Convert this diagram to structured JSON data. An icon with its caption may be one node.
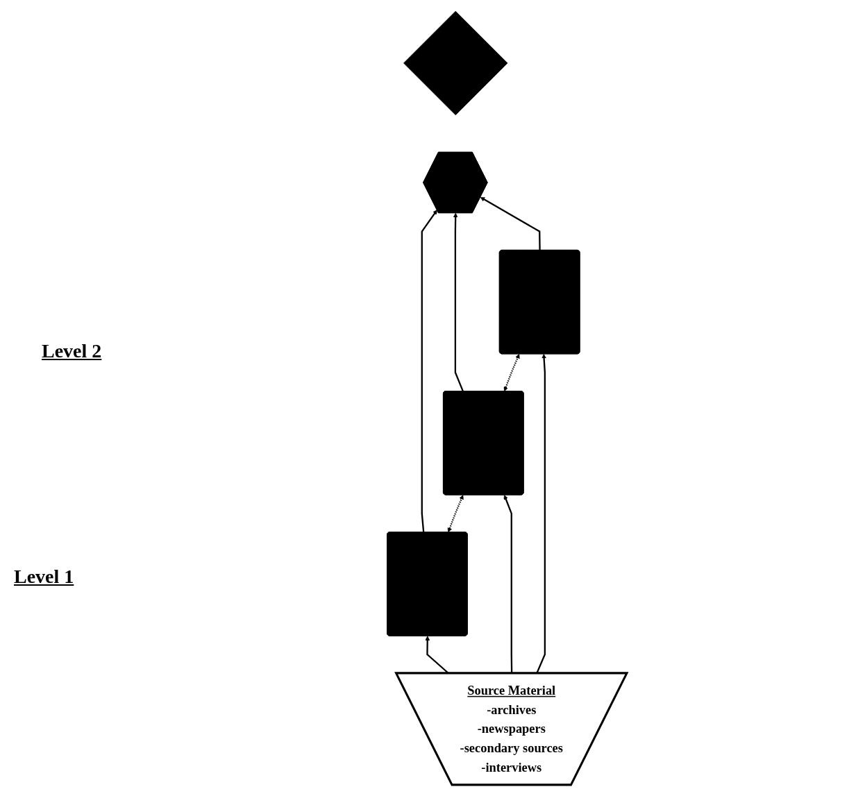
{
  "diagram": {
    "nodes": [
      {
        "text": [],
        "shape": "diamond"
      },
      {
        "text": [],
        "shape": "hexagon"
      },
      {
        "text": [],
        "shape": "box"
      },
      {
        "text": [],
        "shape": "box"
      },
      {
        "text": [],
        "shape": "box"
      },
      {
        "text": [
          "Source Material",
          "-archives",
          "-newspapers",
          "-secondary sources",
          "-interviews"
        ]
      }
    ],
    "edges": [
      {
        "from": 2,
        "to": 1,
        "arrow": "to"
      },
      {
        "from": 3,
        "to": 1,
        "arrow": "to"
      },
      {
        "from": 4,
        "to": 1,
        "arrow": "to"
      },
      {
        "from": 2,
        "to": 3,
        "arrow": "both",
        "style": "dashed"
      },
      {
        "from": 3,
        "to": 4,
        "arrow": "both",
        "style": "dashed"
      },
      {
        "from": 5,
        "to": 2,
        "arrow": "to"
      },
      {
        "from": 5,
        "to": 3,
        "arrow": "to"
      },
      {
        "from": 5,
        "to": 4,
        "arrow": "to"
      }
    ],
    "labels": [
      "Level 2",
      "Level 1"
    ]
  }
}
